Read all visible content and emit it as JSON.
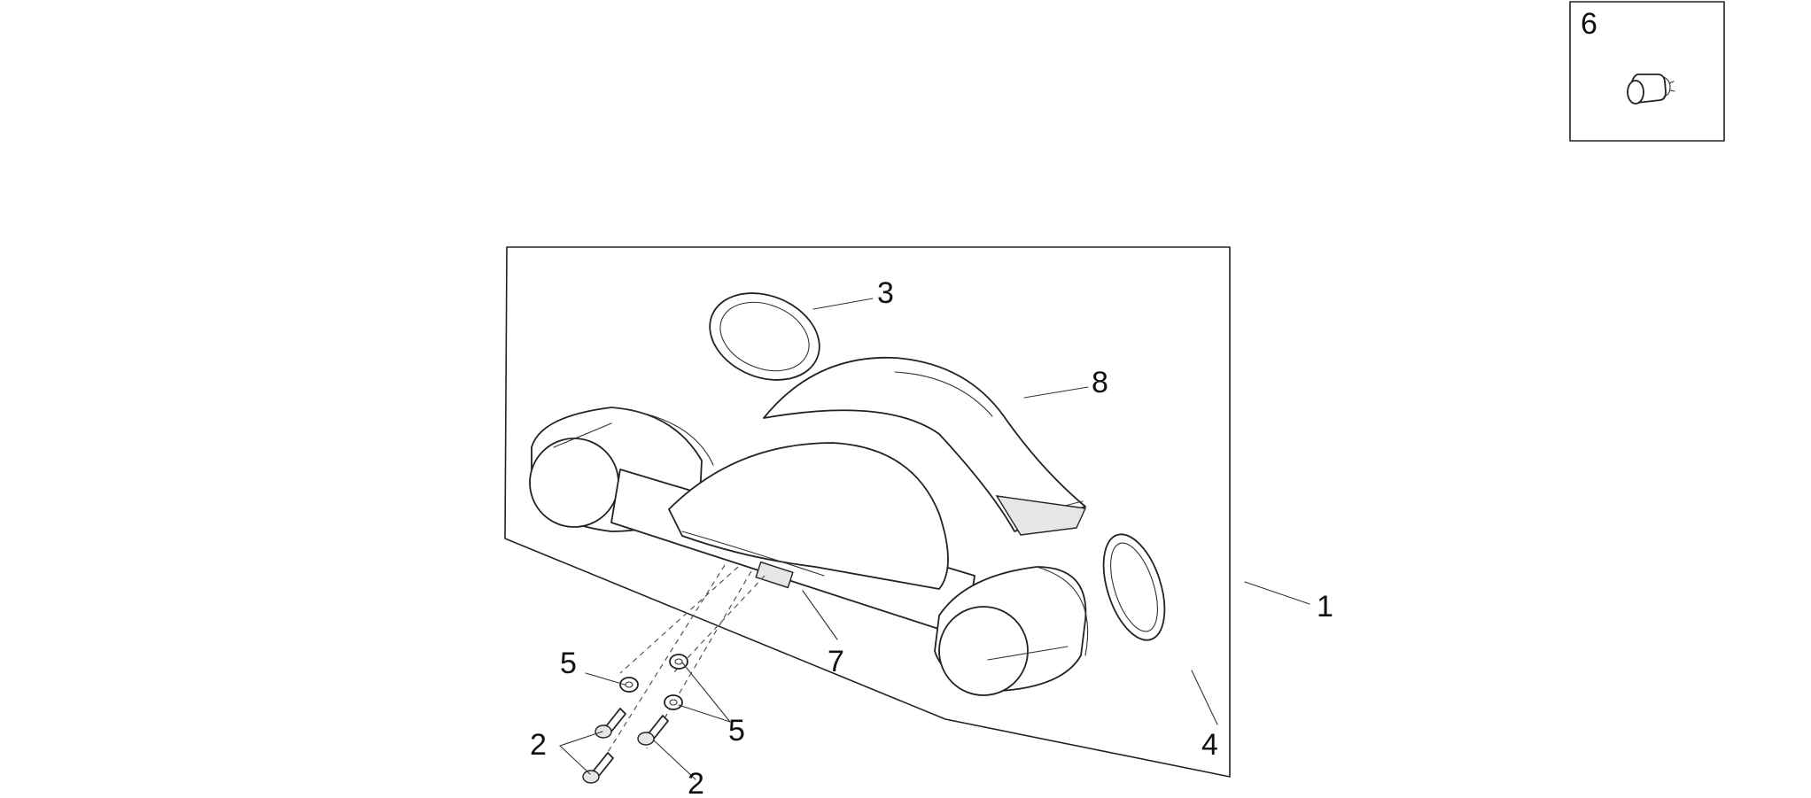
{
  "callouts": {
    "c1": "1",
    "c2a": "2",
    "c2b": "2",
    "c3": "3",
    "c4": "4",
    "c5a": "5",
    "c5b": "5",
    "c6": "6",
    "c7": "7",
    "c8": "8"
  },
  "colors": {
    "line": "#222222",
    "background": "#ffffff"
  },
  "parts": [
    "bulb-icon",
    "turn-indicator-assembly",
    "lens",
    "cover",
    "screw",
    "washer"
  ]
}
